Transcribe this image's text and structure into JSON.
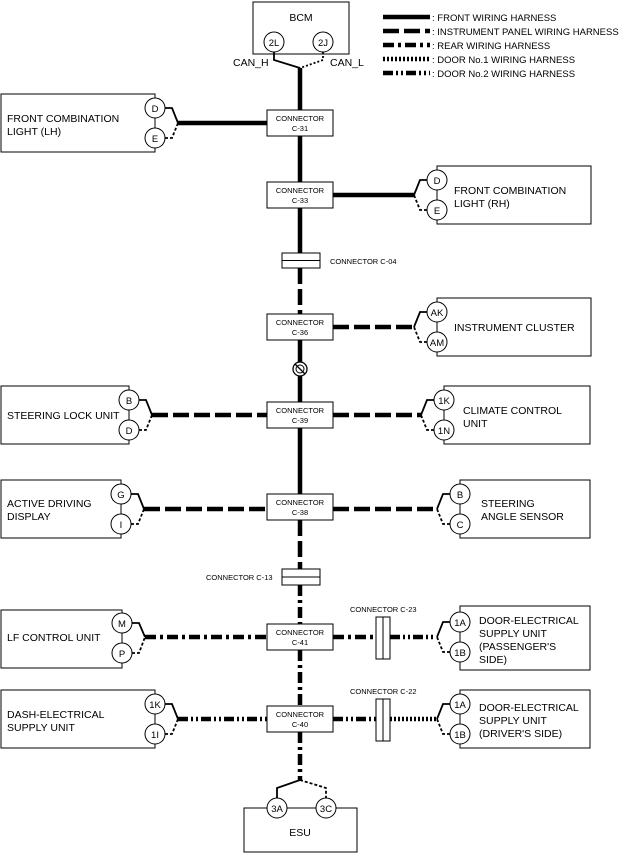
{
  "legend": [
    {
      "label": ": FRONT WIRING HARNESS",
      "style": "front"
    },
    {
      "label": ": INSTRUMENT PANEL WIRING HARNESS",
      "style": "ip"
    },
    {
      "label": ": REAR WIRING HARNESS",
      "style": "rear"
    },
    {
      "label": ": DOOR No.1 WIRING HARNESS",
      "style": "door1"
    },
    {
      "label": ": DOOR No.2 WIRING HARNESS",
      "style": "door2"
    }
  ],
  "bcm": {
    "label": "BCM",
    "pin_left": "2L",
    "pin_right": "2J",
    "can_h": "CAN_H",
    "can_l": "CAN_L"
  },
  "esu": {
    "label": "ESU",
    "pin_left": "3A",
    "pin_right": "3C"
  },
  "connectors": {
    "c31": {
      "line1": "CONNECTOR",
      "line2": "C-31"
    },
    "c33": {
      "line1": "CONNECTOR",
      "line2": "C-33"
    },
    "c04": {
      "label": "CONNECTOR C-04"
    },
    "c36": {
      "line1": "CONNECTOR",
      "line2": "C-36"
    },
    "c39": {
      "line1": "CONNECTOR",
      "line2": "C-39"
    },
    "c38": {
      "line1": "CONNECTOR",
      "line2": "C-38"
    },
    "c13": {
      "label": "CONNECTOR C-13"
    },
    "c41": {
      "line1": "CONNECTOR",
      "line2": "C-41"
    },
    "c40": {
      "line1": "CONNECTOR",
      "line2": "C-40"
    },
    "c23": {
      "label": "CONNECTOR C-23"
    },
    "c22": {
      "label": "CONNECTOR C-22"
    }
  },
  "units": {
    "front_comb_lh": {
      "lines": [
        "FRONT COMBINATION",
        "LIGHT (LH)"
      ],
      "pins": [
        "D",
        "E"
      ]
    },
    "front_comb_rh": {
      "lines": [
        "FRONT COMBINATION",
        "LIGHT (RH)"
      ],
      "pins": [
        "D",
        "E"
      ]
    },
    "instrument_cluster": {
      "lines": [
        "INSTRUMENT CLUSTER"
      ],
      "pins": [
        "AK",
        "AM"
      ]
    },
    "steering_lock": {
      "lines": [
        "STEERING LOCK UNIT"
      ],
      "pins": [
        "B",
        "D"
      ]
    },
    "climate_control": {
      "lines": [
        "CLIMATE CONTROL",
        "UNIT"
      ],
      "pins": [
        "1K",
        "1N"
      ]
    },
    "active_driving_display": {
      "lines": [
        "ACTIVE DRIVING",
        "DISPLAY"
      ],
      "pins": [
        "G",
        "I"
      ]
    },
    "steering_angle_sensor": {
      "lines": [
        "STEERING",
        "ANGLE SENSOR"
      ],
      "pins": [
        "B",
        "C"
      ]
    },
    "lf_control": {
      "lines": [
        "LF CONTROL UNIT"
      ],
      "pins": [
        "M",
        "P"
      ]
    },
    "door_supply_passenger": {
      "lines": [
        "DOOR-ELECTRICAL",
        "SUPPLY UNIT",
        "(PASSENGER'S",
        "SIDE)"
      ],
      "pins": [
        "1A",
        "1B"
      ]
    },
    "dash_supply": {
      "lines": [
        "DASH-ELECTRICAL",
        "SUPPLY UNIT"
      ],
      "pins": [
        "1K",
        "1I"
      ]
    },
    "door_supply_driver": {
      "lines": [
        "DOOR-ELECTRICAL",
        "SUPPLY UNIT",
        "(DRIVER'S SIDE)"
      ],
      "pins": [
        "1A",
        "1B"
      ]
    }
  }
}
